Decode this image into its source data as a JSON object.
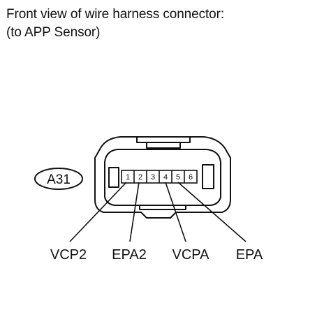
{
  "caption": {
    "line1": "Front view of wire harness connector:",
    "line2": "(to APP Sensor)"
  },
  "connector": {
    "id": "A31",
    "pins": [
      "1",
      "2",
      "3",
      "4",
      "5",
      "6"
    ]
  },
  "signals": [
    {
      "label": "VCP2",
      "pin": "1"
    },
    {
      "label": "EPA2",
      "pin": "2"
    },
    {
      "label": "VCPA",
      "pin": "4"
    },
    {
      "label": "EPA",
      "pin": "5"
    }
  ],
  "colors": {
    "line": "#111111",
    "background": "#ffffff"
  }
}
